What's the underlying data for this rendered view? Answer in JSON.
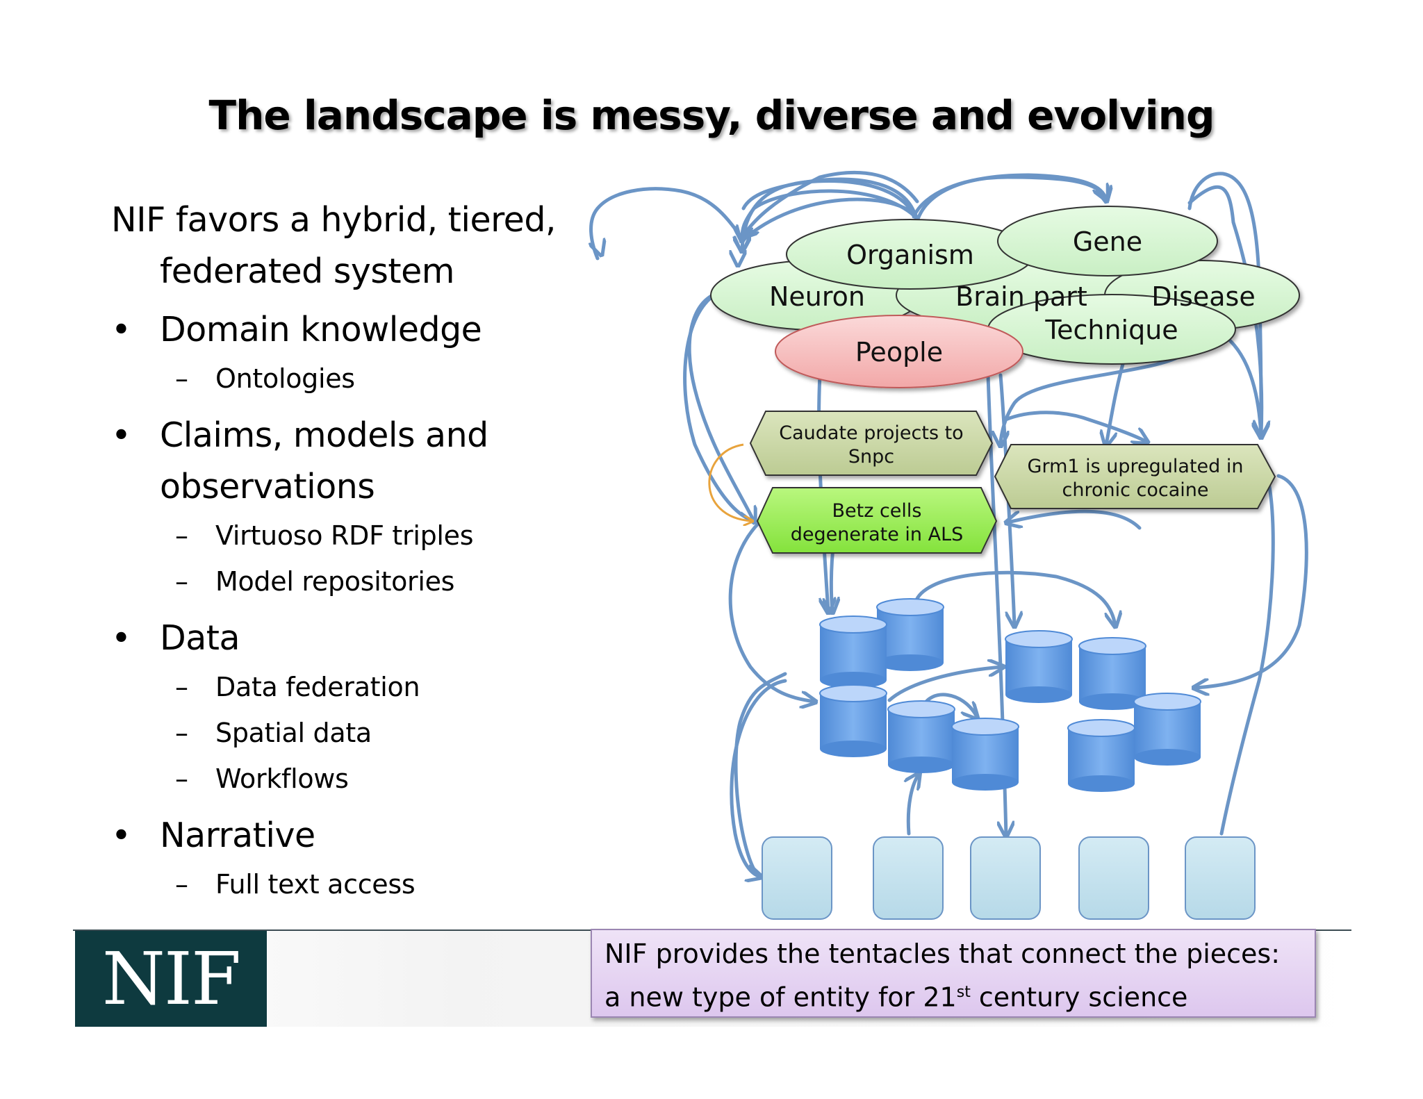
{
  "title": "The landscape is messy, diverse and evolving",
  "intro": "NIF favors a hybrid, tiered, federated system",
  "bullets": [
    {
      "label": "Domain knowledge",
      "subs": [
        "Ontologies"
      ]
    },
    {
      "label": "Claims, models and observations",
      "subs": [
        "Virtuoso RDF triples",
        "Model repositories"
      ]
    },
    {
      "label": "Data",
      "subs": [
        "Data federation",
        "Spatial data",
        "Workflows"
      ]
    },
    {
      "label": "Narrative",
      "subs": [
        "Full text access"
      ]
    }
  ],
  "diagram": {
    "entities": [
      "Organism",
      "Gene",
      "Neuron",
      "Brain part",
      "Disease",
      "Technique",
      "People"
    ],
    "claims": [
      "Caudate projects to",
      "Snpc",
      "Grm1 is upregulated in",
      "chronic cocaine",
      "Betz cells",
      "degenerate in ALS"
    ],
    "colors": {
      "entity_fill": "#d6f5d3",
      "people_fill": "#f6bcbc",
      "claim_fill": "#cbd7a8",
      "claim_highlight_fill": "#9ef05a",
      "arrow": "#6b95c6",
      "orange_arrow": "#e8a33c",
      "cylinder": "#5f9ae0",
      "box": "#c3e1ee"
    }
  },
  "logo": "NIF",
  "note": {
    "text_before": "NIF provides the tentacles that connect the pieces:  a new type of entity for 21",
    "sup": "st",
    "text_after": " century science"
  }
}
